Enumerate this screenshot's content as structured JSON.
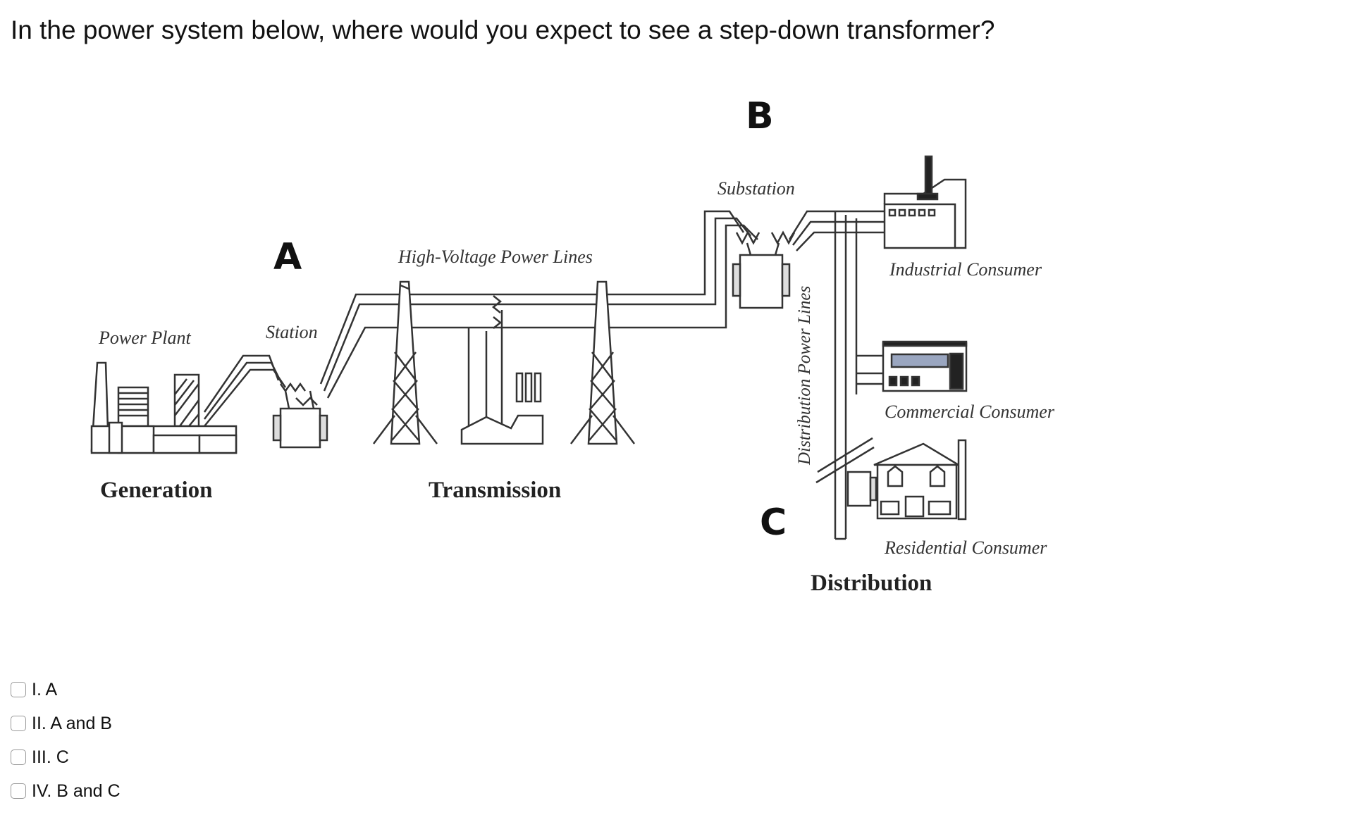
{
  "question": {
    "text": "In the power system below, where would you expect to see a step-down transformer?"
  },
  "diagram": {
    "markers": {
      "a": "A",
      "b": "B",
      "c": "C"
    },
    "labels": {
      "power_plant": "Power Plant",
      "station": "Station",
      "high_voltage_lines": "High-Voltage Power Lines",
      "substation": "Substation",
      "industrial": "Industrial Consumer",
      "commercial": "Commercial Consumer",
      "residential": "Residential Consumer",
      "distribution_lines": "Distribution Power Lines"
    },
    "sections": {
      "generation": "Generation",
      "transmission": "Transmission",
      "distribution": "Distribution"
    }
  },
  "options": [
    {
      "label": "I. A",
      "checked": false
    },
    {
      "label": "II. A and B",
      "checked": false
    },
    {
      "label": "III. C",
      "checked": false
    },
    {
      "label": "IV. B and C",
      "checked": false
    }
  ]
}
